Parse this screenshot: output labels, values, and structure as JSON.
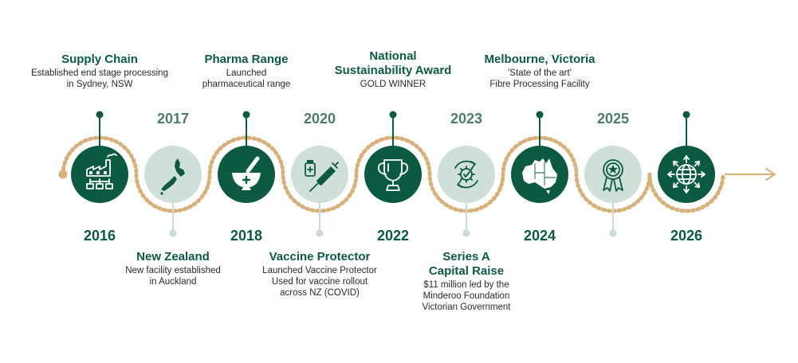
{
  "colors": {
    "dark_green": "#0d5a43",
    "light_green": "#cfe0d8",
    "muted_green": "#4e7c6a",
    "gold": "#d7b07a",
    "light_stem": "#c9dbd3"
  },
  "milestones": [
    {
      "year": "2016",
      "title": [
        "Supply Chain"
      ],
      "desc": [
        "Established end stage processing",
        "in Sydney, NSW"
      ],
      "icon": "factory-icon",
      "style": "dark"
    },
    {
      "year": "2017",
      "title": [
        "New Zealand"
      ],
      "desc": [
        "New facility established",
        "in Auckland"
      ],
      "icon": "new-zealand-map-icon",
      "style": "light"
    },
    {
      "year": "2018",
      "title": [
        "Pharma Range"
      ],
      "desc": [
        "Launched",
        "pharmaceutical range"
      ],
      "icon": "mortar-pestle-icon",
      "style": "dark"
    },
    {
      "year": "2020",
      "title": [
        "Vaccine Protector"
      ],
      "desc": [
        "Launched Vaccine Protector",
        "Used for vaccine rollout",
        "across NZ (COVID)"
      ],
      "icon": "vaccine-icon",
      "style": "light"
    },
    {
      "year": "2022",
      "title": [
        "National",
        "Sustainability Award"
      ],
      "desc": [
        "GOLD WINNER"
      ],
      "icon": "trophy-icon",
      "style": "dark"
    },
    {
      "year": "2023",
      "title": [
        "Series A",
        "Capital Raise"
      ],
      "desc": [
        "$11 million led by the",
        "Minderoo Foundation",
        "Victorian Government"
      ],
      "icon": "recycle-gear-icon",
      "style": "light"
    },
    {
      "year": "2024",
      "title": [
        "Melbourne, Victoria"
      ],
      "desc": [
        "'State of the art'",
        "Fibre Processing Facility"
      ],
      "icon": "australia-map-icon",
      "style": "dark"
    },
    {
      "year": "2025",
      "title": [],
      "desc": [],
      "icon": "award-ribbon-icon",
      "style": "light"
    },
    {
      "year": "2026",
      "title": [],
      "desc": [],
      "icon": "globe-icon",
      "style": "dark"
    }
  ]
}
